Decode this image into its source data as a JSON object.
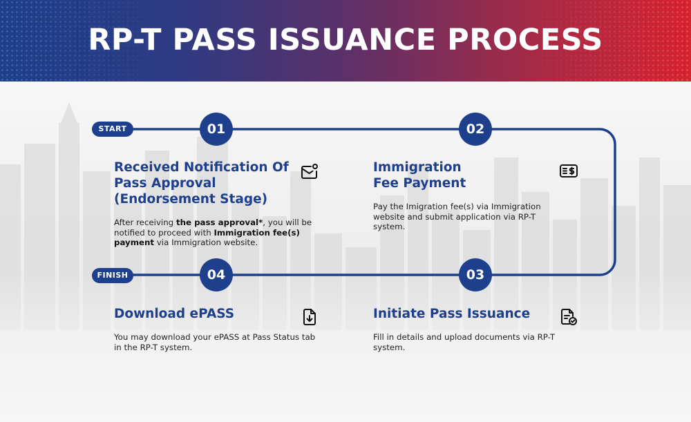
{
  "header": {
    "title": "RP-T PASS ISSUANCE PROCESS"
  },
  "flow": {
    "start_label": "START",
    "finish_label": "FINISH"
  },
  "colors": {
    "brand_blue": "#1d3f8c",
    "brand_red": "#d7222f"
  },
  "steps": [
    {
      "number": "01",
      "title_lines": [
        "Received Notification Of",
        "Pass Approval",
        "(Endorsement Stage)"
      ],
      "desc": {
        "p1": "After receiving ",
        "b1": "the pass approval*",
        "p2": ", you will be notified to proceed with ",
        "b2": "Immigration fee(s) payment",
        "p3": " via Immigration website."
      },
      "icon": "mail-notification-icon"
    },
    {
      "number": "02",
      "title_lines": [
        "Immigration",
        "Fee Payment"
      ],
      "desc": "Pay the Imigration fee(s) via Immigration website and submit application via RP-T system.",
      "icon": "bill-dollar-icon"
    },
    {
      "number": "03",
      "title_lines": [
        "Initiate Pass Issuance"
      ],
      "desc": "Fill in details and upload documents via RP-T system.",
      "icon": "document-check-icon"
    },
    {
      "number": "04",
      "title_lines": [
        "Download ePASS"
      ],
      "desc": "You may download your ePASS at Pass Status tab in the RP-T system.",
      "icon": "file-download-icon"
    }
  ]
}
